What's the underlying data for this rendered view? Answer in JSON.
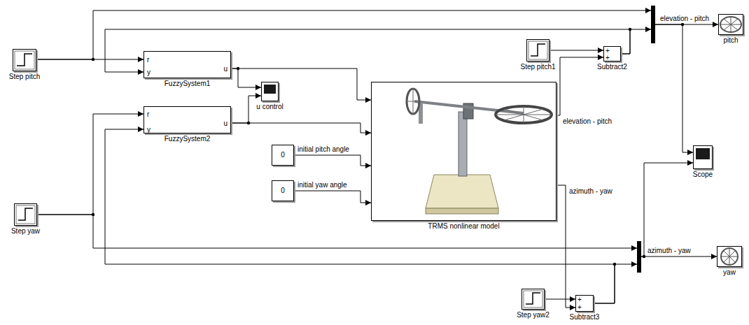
{
  "diagram": {
    "nodes": [
      {
        "text": [
          "Step pitch"
        ]
      },
      {
        "text": [
          "r",
          "y",
          "u",
          "FuzzySystem1"
        ]
      },
      {
        "text": [
          "u control"
        ]
      },
      {
        "text": [
          "Step pitch1"
        ]
      },
      {
        "text": [
          "+",
          "+",
          "Subtract2"
        ]
      },
      {
        "text": []
      },
      {
        "text": [
          "pitch"
        ]
      },
      {
        "text": [
          "r",
          "y",
          "u",
          "FuzzySystem2"
        ]
      },
      {
        "text": [
          "TRMS nonlinear model"
        ]
      },
      {
        "text": [
          "0"
        ]
      },
      {
        "text": [
          "0"
        ]
      },
      {
        "text": [
          "Scope"
        ]
      },
      {
        "text": [
          "Step yaw"
        ]
      },
      {
        "text": []
      },
      {
        "text": [
          "yaw"
        ]
      },
      {
        "text": [
          "Step yaw2"
        ]
      },
      {
        "text": [
          "+",
          "+",
          "Subtract3"
        ]
      }
    ],
    "edges": [
      {
        "from": 0,
        "to": 1,
        "arrow": "to"
      },
      {
        "from": 0,
        "to": 5,
        "arrow": "to"
      },
      {
        "from": 4,
        "to": 1,
        "arrow": "to"
      },
      {
        "from": 4,
        "to": 5,
        "arrow": "to"
      },
      {
        "from": 1,
        "to": 2,
        "arrow": "to"
      },
      {
        "from": 1,
        "to": 8,
        "arrow": "to"
      },
      {
        "from": 7,
        "to": 2,
        "arrow": "to"
      },
      {
        "from": 7,
        "to": 8,
        "arrow": "to"
      },
      {
        "from": 9,
        "to": 8,
        "label": "initial pitch angle",
        "arrow": "to"
      },
      {
        "from": 10,
        "to": 8,
        "label": "initial yaw angle",
        "arrow": "to"
      },
      {
        "from": 8,
        "to": 4,
        "label": "elevation - pitch",
        "arrow": "to"
      },
      {
        "from": 3,
        "to": 4,
        "arrow": "to"
      },
      {
        "from": 12,
        "to": 7,
        "arrow": "to"
      },
      {
        "from": 12,
        "to": 13,
        "arrow": "to"
      },
      {
        "from": 16,
        "to": 7,
        "arrow": "to"
      },
      {
        "from": 16,
        "to": 13,
        "arrow": "to"
      },
      {
        "from": 8,
        "to": 16,
        "label": "azimuth - yaw",
        "arrow": "to"
      },
      {
        "from": 15,
        "to": 16,
        "arrow": "to"
      },
      {
        "from": 5,
        "to": 6,
        "label": "elevation - pitch",
        "arrow": "to"
      },
      {
        "from": 5,
        "to": 11,
        "arrow": "to"
      },
      {
        "from": 13,
        "to": 14,
        "label": "azimuth - yaw",
        "arrow": "to"
      },
      {
        "from": 13,
        "to": 11,
        "arrow": "to"
      }
    ]
  }
}
